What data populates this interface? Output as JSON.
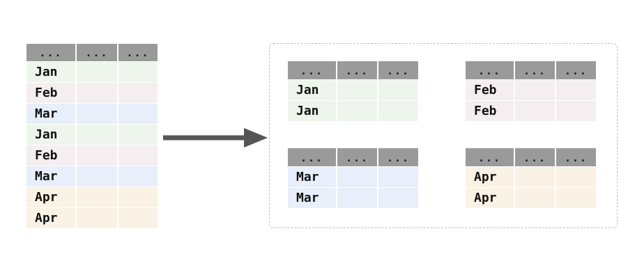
{
  "diagram": {
    "title": "groupby-split-diagram",
    "background": "#ffffff",
    "arrow": {
      "name": "split-arrow",
      "color": "#555555",
      "direction": "right"
    },
    "container": {
      "name": "groups-container",
      "border_style": "dashed",
      "border_color": "#c9bdb6"
    }
  },
  "palette": {
    "header_gray": "#9a9a9a",
    "jan": "#eef5ec",
    "feb": "#f5eef0",
    "mar": "#e8eefa",
    "apr": "#faf2e4",
    "text": "#111111",
    "arrow": "#555555",
    "dash": "#c9bdb6"
  },
  "source_table": {
    "name": "source-table",
    "headers": [
      "...",
      "...",
      "..."
    ],
    "rows": [
      {
        "label": "Jan",
        "cells": [
          "",
          ""
        ],
        "color": "#eef5ec",
        "group": "jan"
      },
      {
        "label": "Feb",
        "cells": [
          "",
          ""
        ],
        "color": "#f5eef0",
        "group": "feb"
      },
      {
        "label": "Mar",
        "cells": [
          "",
          ""
        ],
        "color": "#e8eefa",
        "group": "mar"
      },
      {
        "label": "Jan",
        "cells": [
          "",
          ""
        ],
        "color": "#eef5ec",
        "group": "jan"
      },
      {
        "label": "Feb",
        "cells": [
          "",
          ""
        ],
        "color": "#f5eef0",
        "group": "feb"
      },
      {
        "label": "Mar",
        "cells": [
          "",
          ""
        ],
        "color": "#e8eefa",
        "group": "mar"
      },
      {
        "label": "Apr",
        "cells": [
          "",
          ""
        ],
        "color": "#faf2e4",
        "group": "apr"
      },
      {
        "label": "Apr",
        "cells": [
          "",
          ""
        ],
        "color": "#faf2e4",
        "group": "apr"
      }
    ]
  },
  "group_tables": [
    {
      "name": "group-table-jan",
      "group": "Jan",
      "color": "#eef5ec",
      "headers": [
        "...",
        "...",
        "..."
      ],
      "rows": [
        {
          "label": "Jan",
          "cells": [
            "",
            ""
          ]
        },
        {
          "label": "Jan",
          "cells": [
            "",
            ""
          ]
        }
      ]
    },
    {
      "name": "group-table-feb",
      "group": "Feb",
      "color": "#f5eef0",
      "headers": [
        "...",
        "...",
        "..."
      ],
      "rows": [
        {
          "label": "Feb",
          "cells": [
            "",
            ""
          ]
        },
        {
          "label": "Feb",
          "cells": [
            "",
            ""
          ]
        }
      ]
    },
    {
      "name": "group-table-mar",
      "group": "Mar",
      "color": "#e8eefa",
      "headers": [
        "...",
        "...",
        "..."
      ],
      "rows": [
        {
          "label": "Mar",
          "cells": [
            "",
            ""
          ]
        },
        {
          "label": "Mar",
          "cells": [
            "",
            ""
          ]
        }
      ]
    },
    {
      "name": "group-table-apr",
      "group": "Apr",
      "color": "#faf2e4",
      "headers": [
        "...",
        "...",
        "..."
      ],
      "rows": [
        {
          "label": "Apr",
          "cells": [
            "",
            ""
          ]
        },
        {
          "label": "Apr",
          "cells": [
            "",
            ""
          ]
        }
      ]
    }
  ]
}
